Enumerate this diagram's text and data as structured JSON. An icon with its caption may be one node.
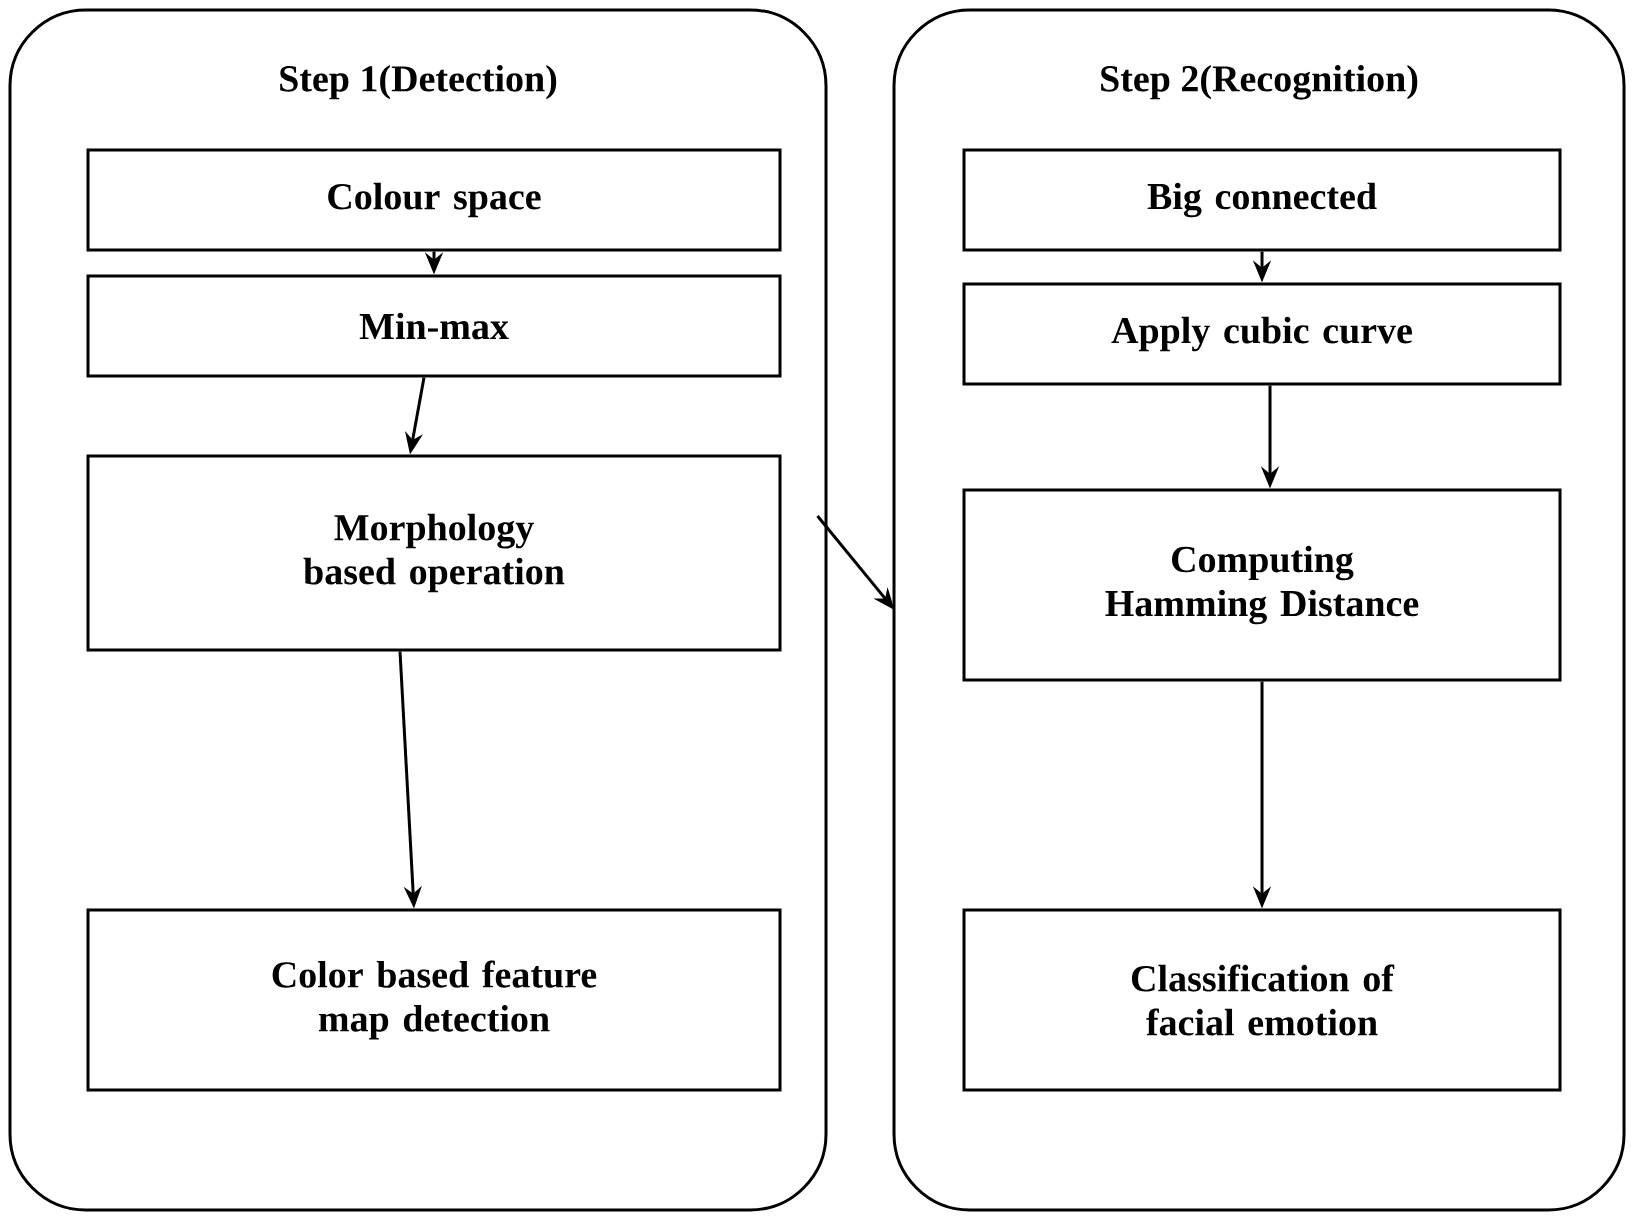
{
  "diagram": {
    "nodes": [
      {
        "text": [
          "Step 1(Detection)"
        ]
      },
      {
        "text": [
          "Colour space"
        ],
        "in": 0
      },
      {
        "text": [
          "Min-max"
        ],
        "in": 0
      },
      {
        "text": [
          "Morphology based operation"
        ],
        "in": 0
      },
      {
        "text": [
          "Color based feature map detection"
        ],
        "in": 0
      },
      {
        "text": [
          "Step 2(Recognition)"
        ]
      },
      {
        "text": [
          "Big connected"
        ],
        "in": 5
      },
      {
        "text": [
          "Apply cubic curve"
        ],
        "in": 5
      },
      {
        "text": [
          "Computing Hamming Distance"
        ],
        "in": 5
      },
      {
        "text": [
          "Classification of facial emotion"
        ],
        "in": 5
      }
    ],
    "edges": [
      {
        "from": 1,
        "to": 2,
        "arrow": "to"
      },
      {
        "from": 2,
        "to": 3,
        "arrow": "to"
      },
      {
        "from": 3,
        "to": 4,
        "arrow": "to"
      },
      {
        "from": 0,
        "to": 5,
        "arrow": "to"
      },
      {
        "from": 6,
        "to": 7,
        "arrow": "to"
      },
      {
        "from": 7,
        "to": 8,
        "arrow": "to"
      },
      {
        "from": 8,
        "to": 9,
        "arrow": "to"
      }
    ]
  }
}
